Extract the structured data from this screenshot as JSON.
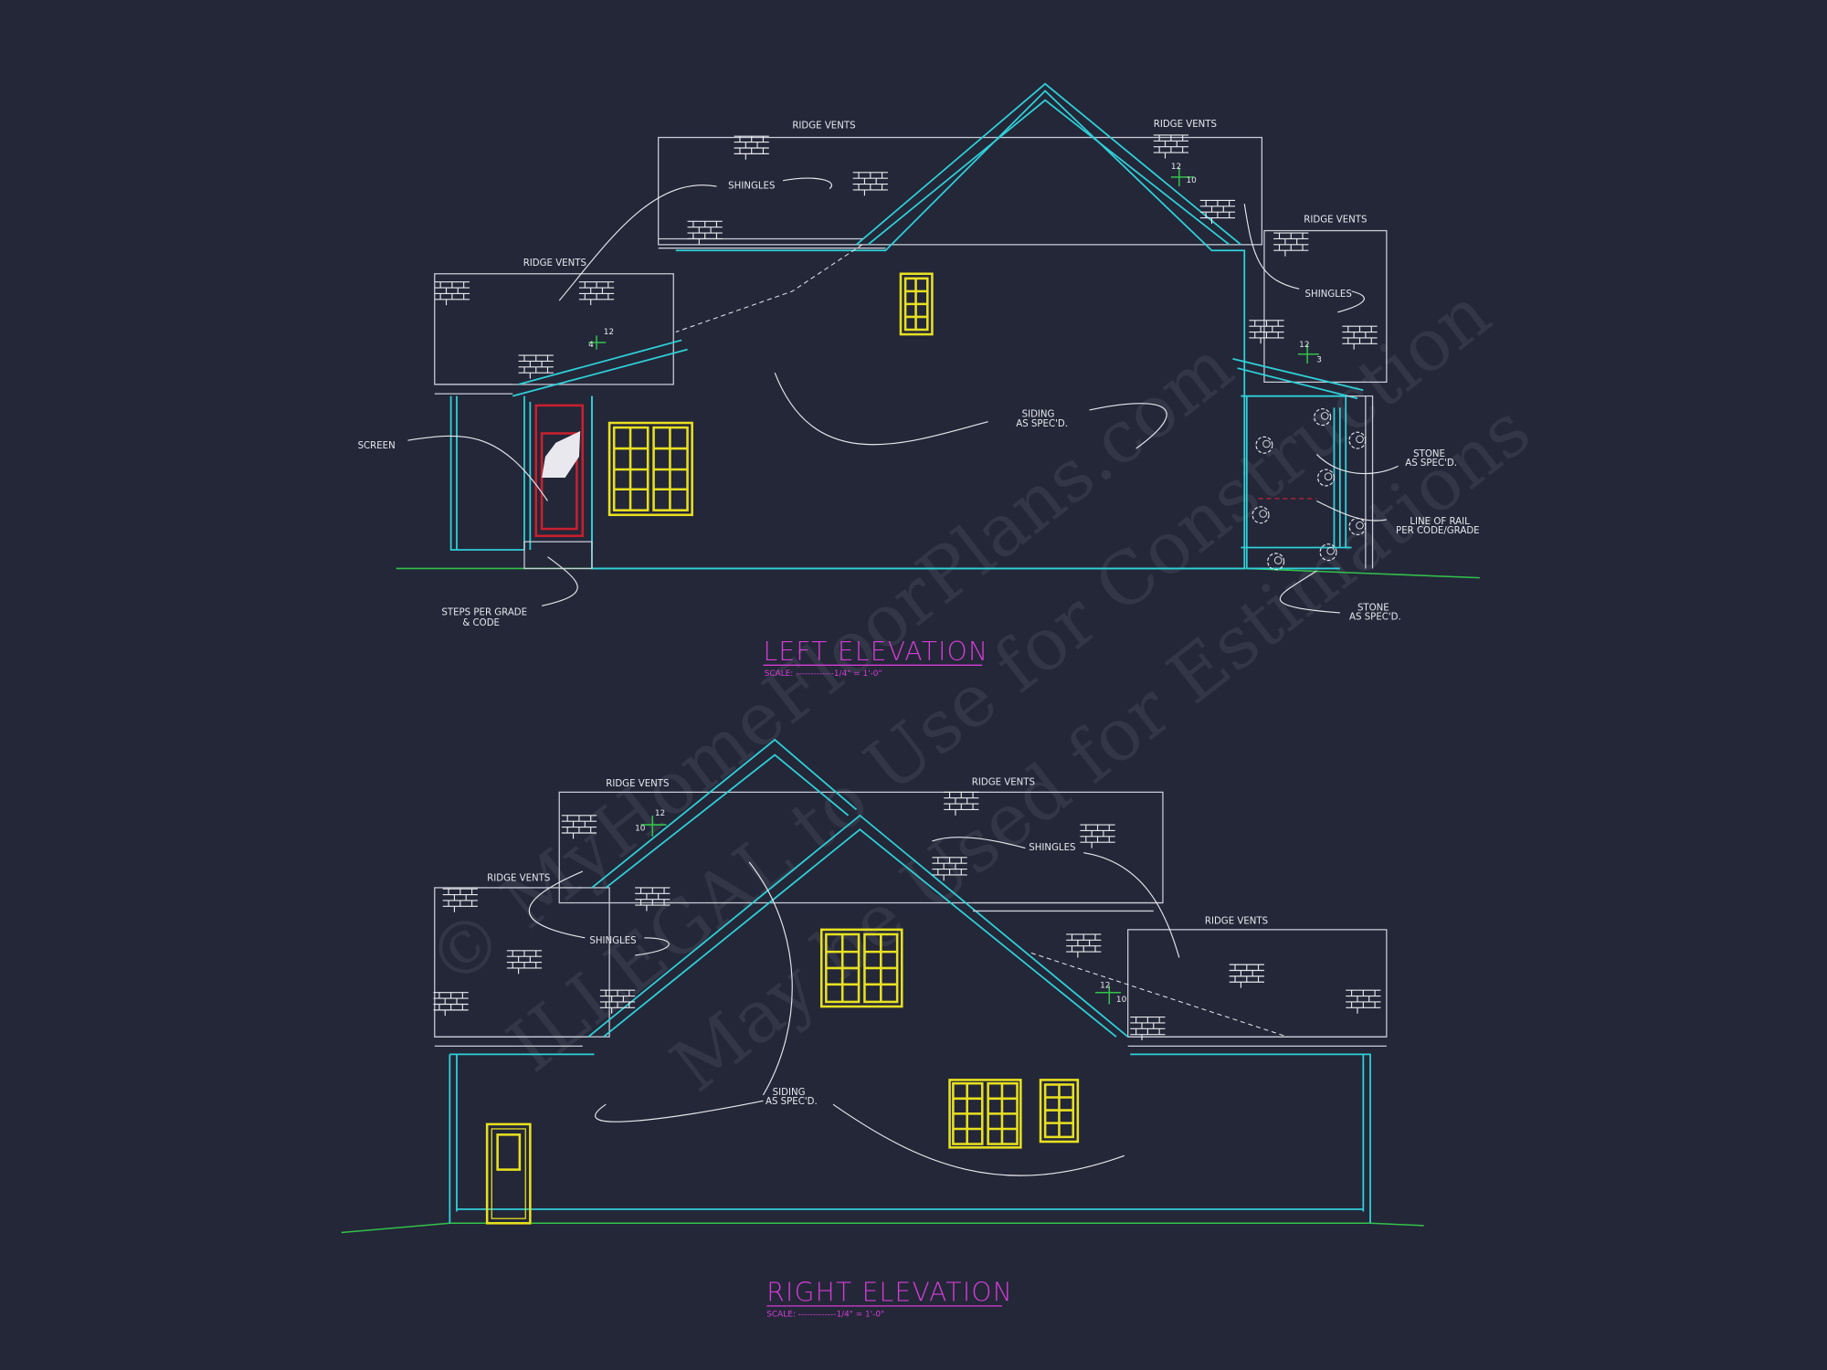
{
  "colors": {
    "background": "#232738",
    "wall": "#2fd0d8",
    "window": "#e8e020",
    "door": "#c8202e",
    "grade": "#33c24a",
    "title": "#d63cd6"
  },
  "watermark": {
    "line1": "© MyHomeFloorPlans.com",
    "line2": "ILLEGAL to Use for Construction",
    "line3": "May be Used for Estimations"
  },
  "left_elevation": {
    "title": "LEFT ELEVATION",
    "scale": "SCALE: -------------1/4\" = 1'-0\"",
    "labels": {
      "ridge_vents_1": "RIDGE VENTS",
      "ridge_vents_2": "RIDGE VENTS",
      "ridge_vents_3": "RIDGE VENTS",
      "ridge_vents_4": "RIDGE VENTS",
      "shingles_1": "SHINGLES",
      "shingles_2": "SHINGLES",
      "screen": "SCREEN",
      "siding_1": "SIDING",
      "siding_2": "AS SPEC'D.",
      "stone_1a": "STONE",
      "stone_1b": "AS SPEC'D.",
      "rail_a": "LINE OF RAIL",
      "rail_b": "PER CODE/GRADE",
      "stone_2a": "STONE",
      "stone_2b": "AS SPEC'D.",
      "steps_a": "STEPS PER GRADE",
      "steps_b": "& CODE"
    },
    "pitches": [
      {
        "rise": "4",
        "run": "12"
      },
      {
        "rise": "10",
        "run": "12"
      },
      {
        "rise": "3",
        "run": "12"
      }
    ]
  },
  "right_elevation": {
    "title": "RIGHT ELEVATION",
    "scale": "SCALE: -------------1/4\" = 1'-0\"",
    "labels": {
      "ridge_vents_1": "RIDGE VENTS",
      "ridge_vents_2": "RIDGE VENTS",
      "ridge_vents_3": "RIDGE VENTS",
      "ridge_vents_4": "RIDGE VENTS",
      "shingles_1": "SHINGLES",
      "shingles_2": "SHINGLES",
      "siding_1": "SIDING",
      "siding_2": "AS SPEC'D."
    },
    "pitches": [
      {
        "rise": "10",
        "run": "12"
      },
      {
        "rise": "10",
        "run": "12"
      }
    ]
  }
}
